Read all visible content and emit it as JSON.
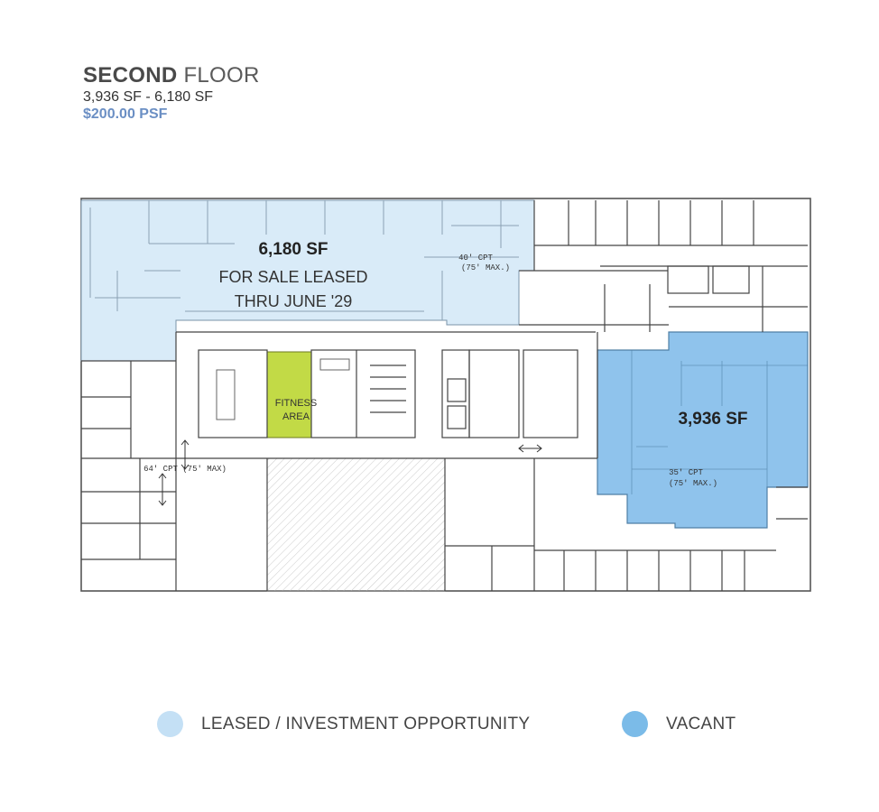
{
  "header": {
    "title_bold": "SECOND",
    "title_rest": "FLOOR",
    "size_range": "3,936 SF - 6,180 SF",
    "price": "$200.00 PSF"
  },
  "plan": {
    "leased_area": "6,180 SF",
    "leased_note_1": "FOR SALE LEASED",
    "leased_note_2": "THRU JUNE '29",
    "vacant_area": "3,936 SF",
    "fitness_1": "FITNESS",
    "fitness_2": "AREA",
    "note_cpt_40": "40' CPT",
    "note_cpt_40_max": "(75' MAX.)",
    "note_cpt_64": "64' CPT (75' MAX)",
    "note_cpt_35": "35' CPT",
    "note_cpt_35_max": "(75' MAX.)"
  },
  "legend": {
    "leased_label": "LEASED / INVESTMENT OPPORTUNITY",
    "vacant_label": "VACANT"
  },
  "colors": {
    "leased": "#d9ebf8",
    "vacant": "#8fc3ec",
    "fitness": "#c2da46",
    "legend_leased": "#c4e0f5",
    "legend_vacant": "#7bbbe8",
    "price_accent": "#6b8fc4"
  }
}
